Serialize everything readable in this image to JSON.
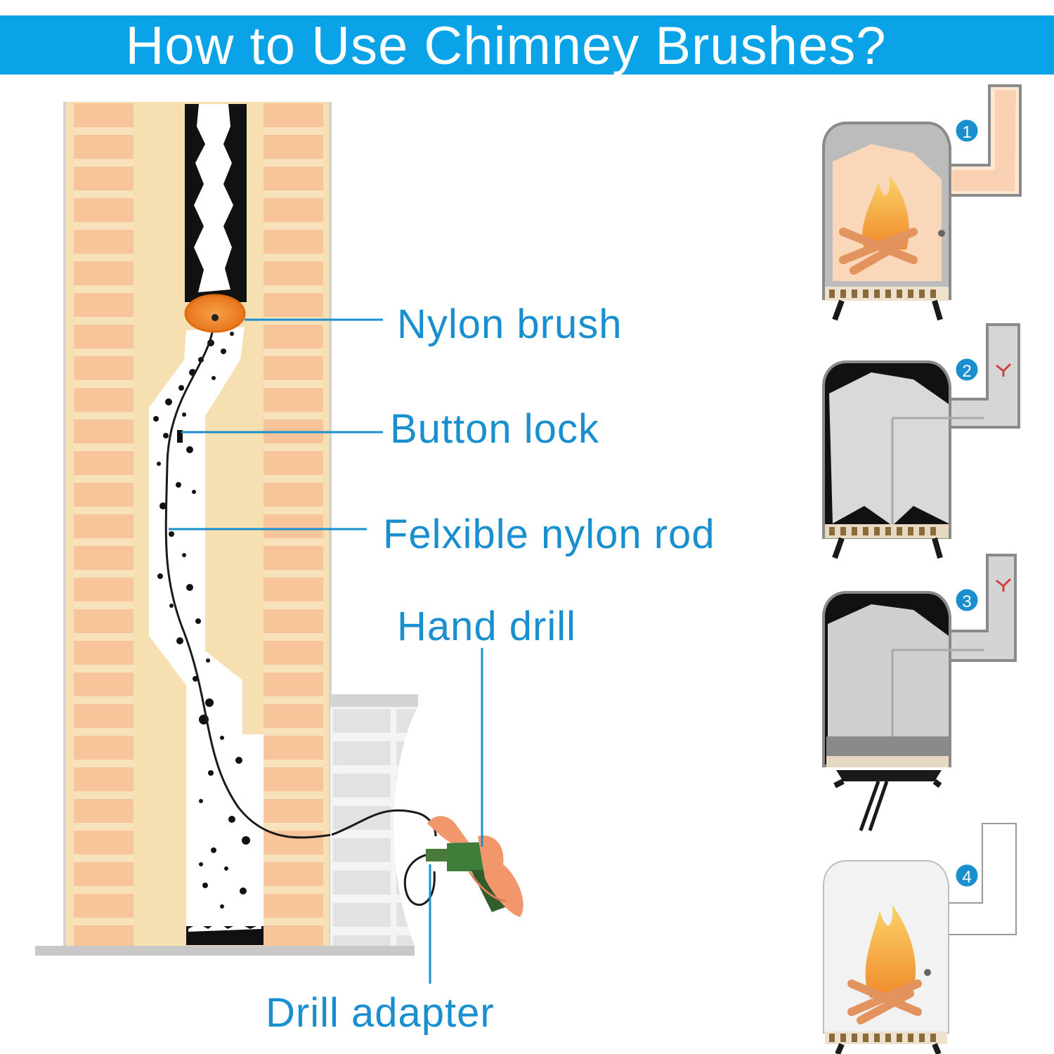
{
  "title": "How to Use Chimney Brushes?",
  "colors": {
    "banner": "#0aa3e8",
    "label_text": "#1a8fd0",
    "brick": "#f8c49a",
    "mortar": "#f6dfb0",
    "soot": "#111111"
  },
  "labels": {
    "nylon_brush": "Nylon brush",
    "button_lock": "Button lock",
    "flexible_rod": "Felxible nylon rod",
    "hand_drill": "Hand drill",
    "drill_adapter": "Drill adapter"
  },
  "steps": [
    {
      "number": "1",
      "state": "burning-fire-with-creosote"
    },
    {
      "number": "2",
      "state": "soot-covered"
    },
    {
      "number": "3",
      "state": "soot-loosened"
    },
    {
      "number": "4",
      "state": "clean-burning"
    }
  ]
}
